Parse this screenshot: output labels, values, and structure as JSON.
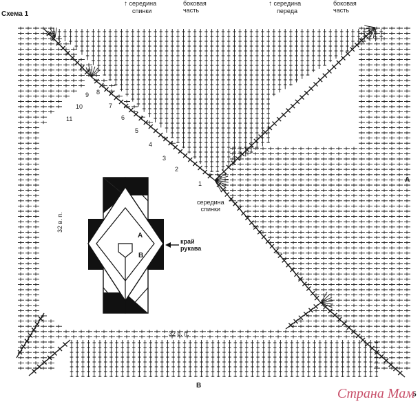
{
  "title": "Схема 1",
  "top_labels": [
    {
      "id": "back-center",
      "line1": "середина",
      "line2": "спинки",
      "arrow": true
    },
    {
      "id": "side-1",
      "line1": "боковая",
      "line2": "часть",
      "arrow": false
    },
    {
      "id": "front-center",
      "line1": "середина",
      "line2": "переда",
      "arrow": true
    },
    {
      "id": "side-2",
      "line1": "боковая",
      "line2": "часть",
      "arrow": false
    }
  ],
  "row_numbers": [
    "1",
    "2",
    "3",
    "4",
    "5",
    "6",
    "7",
    "8",
    "9",
    "10",
    "11"
  ],
  "center_label": {
    "line1": "середина",
    "line2": "спинки"
  },
  "chain_left": "32 в. п.",
  "chain_bottom": "32 в. п.",
  "letters": {
    "a_right": "А",
    "b_bottom": "В",
    "page_number": "5"
  },
  "inset": {
    "a": "А",
    "b": "В",
    "edge_line1": "край",
    "edge_line2": "рукава"
  },
  "watermark": "Страна Мам",
  "colors": {
    "ink": "#1a1a1a",
    "watermark": "#c8506a"
  }
}
